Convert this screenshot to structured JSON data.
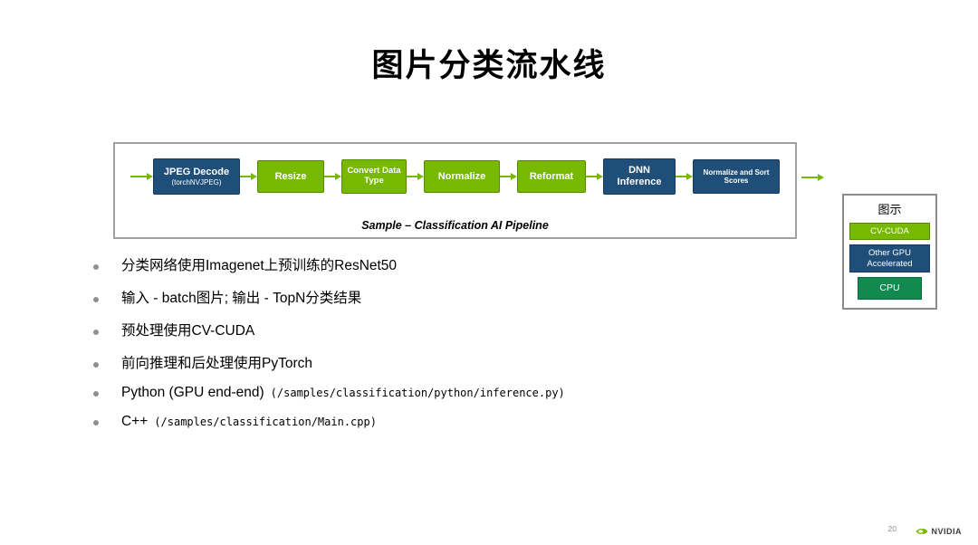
{
  "slide": {
    "title": "图片分类流水线"
  },
  "colors": {
    "cv_cuda": "#76b900",
    "other_gpu": "#1f4e79",
    "cpu": "#118a4f",
    "arrow": "#76b900"
  },
  "pipeline": {
    "caption": "Sample – Classification AI Pipeline",
    "stages": [
      {
        "label": "JPEG Decode",
        "sublabel": "(torchNVJPEG)",
        "category": "Other GPU Accelerated"
      },
      {
        "label": "Resize",
        "category": "CV-CUDA"
      },
      {
        "label": "Convert Data Type",
        "category": "CV-CUDA"
      },
      {
        "label": "Normalize",
        "category": "CV-CUDA"
      },
      {
        "label": "Reformat",
        "category": "CV-CUDA"
      },
      {
        "label": "DNN Inference",
        "category": "Other GPU Accelerated"
      },
      {
        "label": "Normalize and Sort Scores",
        "category": "Other GPU Accelerated"
      }
    ]
  },
  "legend": {
    "title": "图示",
    "items": [
      {
        "label": "CV-CUDA",
        "color": "#76b900"
      },
      {
        "label": "Other GPU Accelerated",
        "color": "#1f4e79"
      },
      {
        "label": "CPU",
        "color": "#118a4f"
      }
    ]
  },
  "bullets": [
    {
      "text": "分类网络使用Imagenet上预训练的ResNet50"
    },
    {
      "text": "输入 - batch图片; 输出 - TopN分类结果"
    },
    {
      "text": "预处理使用CV-CUDA"
    },
    {
      "text": "前向推理和后处理使用PyTorch"
    },
    {
      "text": "Python (GPU end-end)",
      "code": "(/samples/classification/python/inference.py)"
    },
    {
      "text": "C++",
      "code": "(/samples/classification/Main.cpp)"
    }
  ],
  "footer": {
    "page_number": "20",
    "brand": "NVIDIA"
  }
}
